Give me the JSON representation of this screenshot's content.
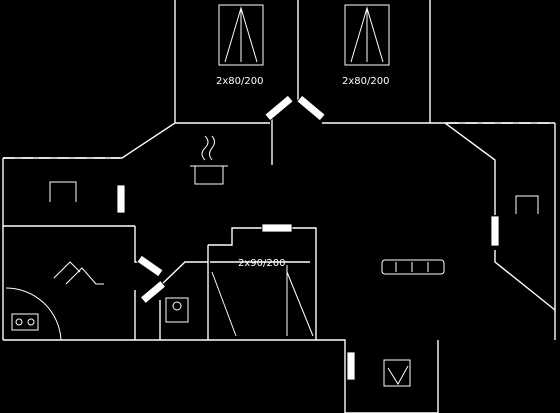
{
  "rooms": {
    "bedroom_left": {
      "bed_label": "2x80/200"
    },
    "bedroom_right": {
      "bed_label": "2x80/200"
    },
    "bedroom_middle": {
      "bed_label": "2x90/200"
    }
  },
  "icons": {
    "kitchen": "cooking-pot-icon",
    "sofa": "sofa-icon",
    "washer": "washing-machine-icon",
    "toilet": "toilet-icon",
    "sauna": "sauna-bench-icon",
    "fireplace": "fireplace-icon"
  }
}
